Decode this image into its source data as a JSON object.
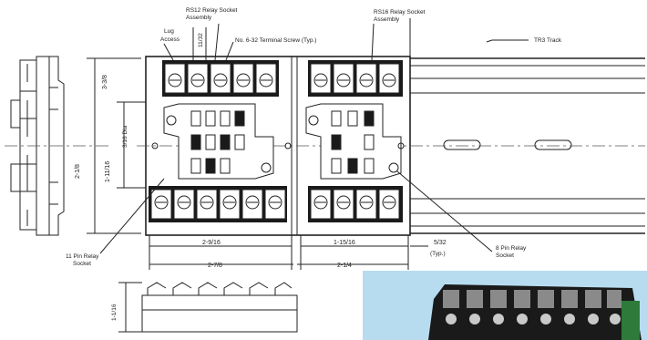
{
  "labels": {
    "rs12": "RS12 Relay Socket",
    "rs12_2": "Assembly",
    "rs16": "RS16 Relay Socket",
    "rs16_2": "Assembly",
    "lug": "Lug",
    "lug_2": "Access",
    "screw": "No. 6-32 Terminal Screw (Typ.)",
    "track": "TR3 Track",
    "pin11": "11 Pin Relay",
    "pin11_2": "Socket",
    "pin8": "8 Pin Relay",
    "pin8_2": "Socket"
  },
  "dimensions": {
    "top_11_32": "11/32",
    "d_3_3_8": "3-3/8",
    "d_3_16_dia": "3/16 Dia",
    "d_2_1_8": "2-1/8",
    "d_1_11_16": "1-11/16",
    "d_2_9_16": "2-9/16",
    "d_1_15_16": "1-15/16",
    "d_5_32": "5/32",
    "d_typ": "(Typ.)",
    "d_2_7_8": "2-7/8",
    "d_2_1_4": "2-1/4",
    "d_1_1_16": "1-1/16"
  },
  "colors": {
    "ink": "#222222",
    "photo_background": "#b7dcef",
    "terminal_body": "#1a1a1a",
    "terminal_green": "#2d7a3a"
  }
}
